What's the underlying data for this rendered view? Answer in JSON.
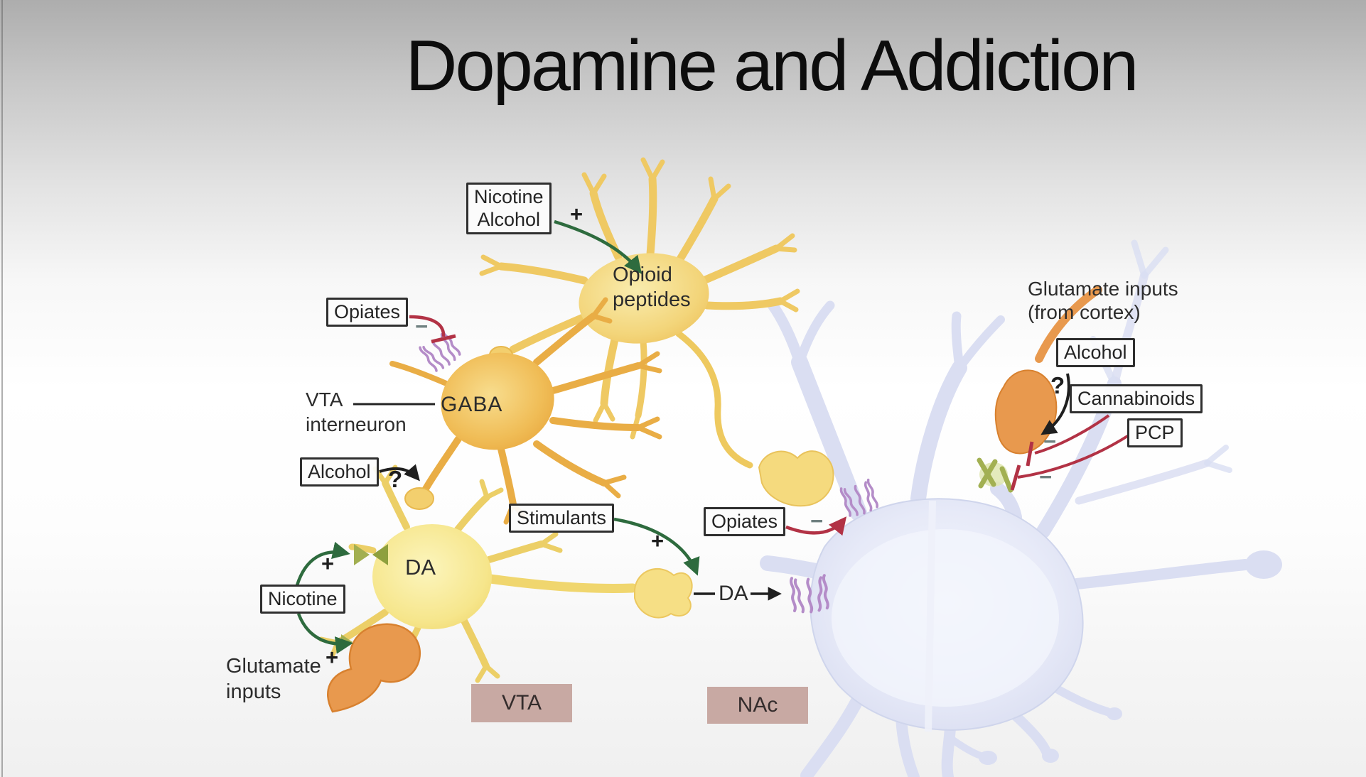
{
  "slide": {
    "title": "Dopamine and Addiction"
  },
  "boxes": {
    "nicotine_alcohol": {
      "line1": "Nicotine",
      "line2": "Alcohol"
    },
    "opiates_vta": {
      "label": "Opiates"
    },
    "alcohol_vta": {
      "label": "Alcohol"
    },
    "nicotine": {
      "label": "Nicotine"
    },
    "stimulants": {
      "label": "Stimulants"
    },
    "opiates_nac": {
      "label": "Opiates"
    },
    "alcohol_nac": {
      "label": "Alcohol"
    },
    "cannabinoids": {
      "label": "Cannabinoids"
    },
    "pcp": {
      "label": "PCP"
    }
  },
  "texts": {
    "opioid_line1": "Opioid",
    "opioid_line2": "peptides",
    "vta_interneuron_line1": "VTA",
    "vta_interneuron_line2": "interneuron",
    "gaba": "GABA",
    "da_soma": "DA",
    "glutamate_line1": "Glutamate",
    "glutamate_line2": "inputs",
    "glutamate_cortex_line1": "Glutamate inputs",
    "glutamate_cortex_line2": "(from cortex)",
    "da_release": "DA"
  },
  "region_tags": {
    "vta": "VTA",
    "nac": "NAc"
  },
  "signs": {
    "plus_opioid": "+",
    "minus_opiates_vta": "−",
    "question_alcohol_vta": "?",
    "plus_nicotine_up": "+",
    "plus_nicotine_down": "+",
    "plus_stimulants": "+",
    "minus_opiates_nac": "−",
    "question_alcohol_nac": "?",
    "minus_cannabinoids": "−",
    "minus_pcp": "−"
  },
  "colors": {
    "excitatory_arrow_green": "#2e6b3e",
    "inhibitory_arrow_red": "#b23245",
    "neutral_arrow_black": "#1f1f1f",
    "vta_neuron_yellow": "#f2cf6d",
    "gaba_neuron_orange": "#eead44",
    "da_neuron_pale_yellow": "#f6e68c",
    "nac_neuron_lavender": "#dde1f4",
    "glutamate_terminal_orange": "#e8994e",
    "receptor_purple": "#b48cc8",
    "receptor_green": "#9fae4d",
    "region_tag_bg": "#c8a9a3"
  }
}
